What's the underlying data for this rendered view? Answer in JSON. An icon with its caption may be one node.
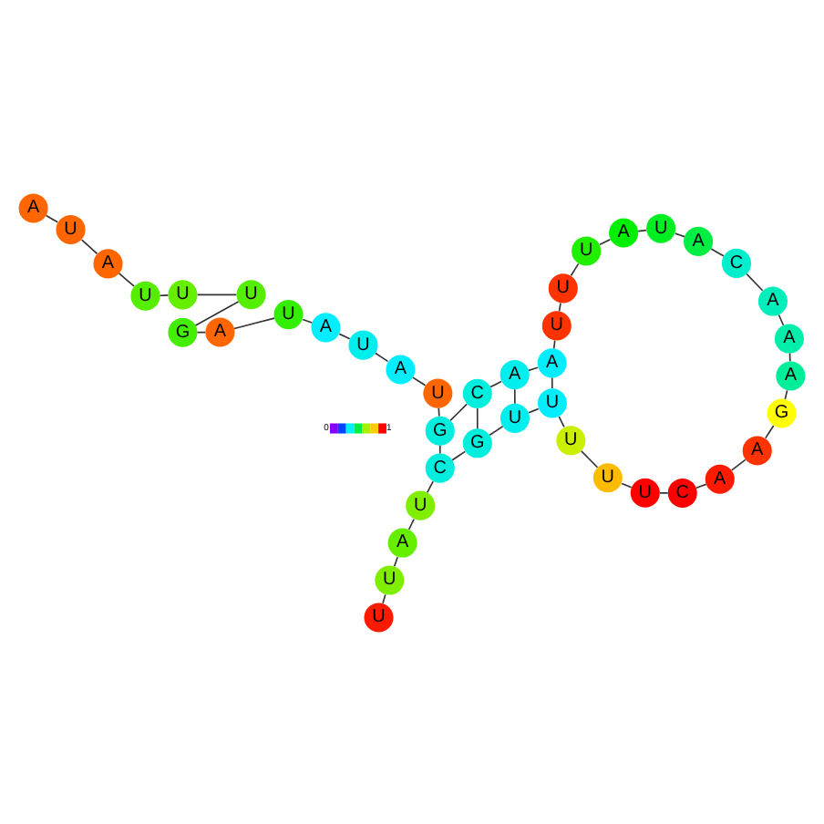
{
  "diagram": {
    "nodes": [
      {
        "text": [
          "U"
        ]
      },
      {
        "text": [
          "U"
        ]
      },
      {
        "text": [
          "A"
        ]
      },
      {
        "text": [
          "U"
        ]
      },
      {
        "text": [
          "C"
        ]
      },
      {
        "text": [
          "G"
        ]
      },
      {
        "text": [
          "U"
        ]
      },
      {
        "text": [
          "U"
        ]
      },
      {
        "text": [
          "U"
        ]
      },
      {
        "text": [
          "U"
        ]
      },
      {
        "text": [
          "U"
        ]
      },
      {
        "text": [
          "C"
        ]
      },
      {
        "text": [
          "A"
        ]
      },
      {
        "text": [
          "A"
        ]
      },
      {
        "text": [
          "G"
        ]
      },
      {
        "text": [
          "A"
        ]
      },
      {
        "text": [
          "A"
        ]
      },
      {
        "text": [
          "A"
        ]
      },
      {
        "text": [
          "C"
        ]
      },
      {
        "text": [
          "A"
        ]
      },
      {
        "text": [
          "U"
        ]
      },
      {
        "text": [
          "A"
        ]
      },
      {
        "text": [
          "U"
        ]
      },
      {
        "text": [
          "U"
        ]
      },
      {
        "text": [
          "U"
        ]
      },
      {
        "text": [
          "A"
        ]
      },
      {
        "text": [
          "A"
        ]
      },
      {
        "text": [
          "C"
        ]
      },
      {
        "text": [
          "G"
        ]
      },
      {
        "text": [
          "U"
        ]
      },
      {
        "text": [
          "A"
        ]
      },
      {
        "text": [
          "U"
        ]
      },
      {
        "text": [
          "A"
        ]
      },
      {
        "text": [
          "U"
        ]
      },
      {
        "text": [
          "A"
        ]
      },
      {
        "text": [
          "G"
        ]
      },
      {
        "text": [
          "U"
        ]
      },
      {
        "text": [
          "U"
        ]
      },
      {
        "text": [
          "U"
        ]
      },
      {
        "text": [
          "A"
        ]
      },
      {
        "text": [
          "U"
        ]
      },
      {
        "text": [
          "A"
        ]
      }
    ],
    "edges": [
      {
        "from": 0,
        "to": 1,
        "arrow": "none"
      },
      {
        "from": 1,
        "to": 2,
        "arrow": "none"
      },
      {
        "from": 2,
        "to": 3,
        "arrow": "none"
      },
      {
        "from": 3,
        "to": 4,
        "arrow": "none"
      },
      {
        "from": 4,
        "to": 5,
        "arrow": "none"
      },
      {
        "from": 5,
        "to": 6,
        "arrow": "none"
      },
      {
        "from": 6,
        "to": 7,
        "arrow": "none"
      },
      {
        "from": 7,
        "to": 8,
        "arrow": "none"
      },
      {
        "from": 8,
        "to": 9,
        "arrow": "none"
      },
      {
        "from": 9,
        "to": 10,
        "arrow": "none"
      },
      {
        "from": 10,
        "to": 11,
        "arrow": "none"
      },
      {
        "from": 11,
        "to": 12,
        "arrow": "none"
      },
      {
        "from": 12,
        "to": 13,
        "arrow": "none"
      },
      {
        "from": 13,
        "to": 14,
        "arrow": "none"
      },
      {
        "from": 14,
        "to": 15,
        "arrow": "none"
      },
      {
        "from": 15,
        "to": 16,
        "arrow": "none"
      },
      {
        "from": 16,
        "to": 17,
        "arrow": "none"
      },
      {
        "from": 17,
        "to": 18,
        "arrow": "none"
      },
      {
        "from": 18,
        "to": 19,
        "arrow": "none"
      },
      {
        "from": 19,
        "to": 20,
        "arrow": "none"
      },
      {
        "from": 20,
        "to": 21,
        "arrow": "none"
      },
      {
        "from": 21,
        "to": 22,
        "arrow": "none"
      },
      {
        "from": 22,
        "to": 23,
        "arrow": "none"
      },
      {
        "from": 23,
        "to": 24,
        "arrow": "none"
      },
      {
        "from": 24,
        "to": 25,
        "arrow": "none"
      },
      {
        "from": 25,
        "to": 26,
        "arrow": "none"
      },
      {
        "from": 26,
        "to": 27,
        "arrow": "none"
      },
      {
        "from": 27,
        "to": 28,
        "arrow": "none"
      },
      {
        "from": 28,
        "to": 29,
        "arrow": "none"
      },
      {
        "from": 29,
        "to": 30,
        "arrow": "none"
      },
      {
        "from": 30,
        "to": 31,
        "arrow": "none"
      },
      {
        "from": 31,
        "to": 32,
        "arrow": "none"
      },
      {
        "from": 32,
        "to": 33,
        "arrow": "none"
      },
      {
        "from": 33,
        "to": 34,
        "arrow": "none"
      },
      {
        "from": 34,
        "to": 35,
        "arrow": "none"
      },
      {
        "from": 35,
        "to": 36,
        "arrow": "none"
      },
      {
        "from": 36,
        "to": 37,
        "arrow": "none"
      },
      {
        "from": 37,
        "to": 38,
        "arrow": "none"
      },
      {
        "from": 38,
        "to": 39,
        "arrow": "none"
      },
      {
        "from": 39,
        "to": 40,
        "arrow": "none"
      },
      {
        "from": 40,
        "to": 41,
        "arrow": "none"
      },
      {
        "from": 4,
        "to": 28,
        "arrow": "none"
      },
      {
        "from": 5,
        "to": 27,
        "arrow": "none"
      },
      {
        "from": 6,
        "to": 26,
        "arrow": "none"
      },
      {
        "from": 7,
        "to": 25,
        "arrow": "none"
      }
    ],
    "labels": [
      "0",
      "1"
    ]
  }
}
